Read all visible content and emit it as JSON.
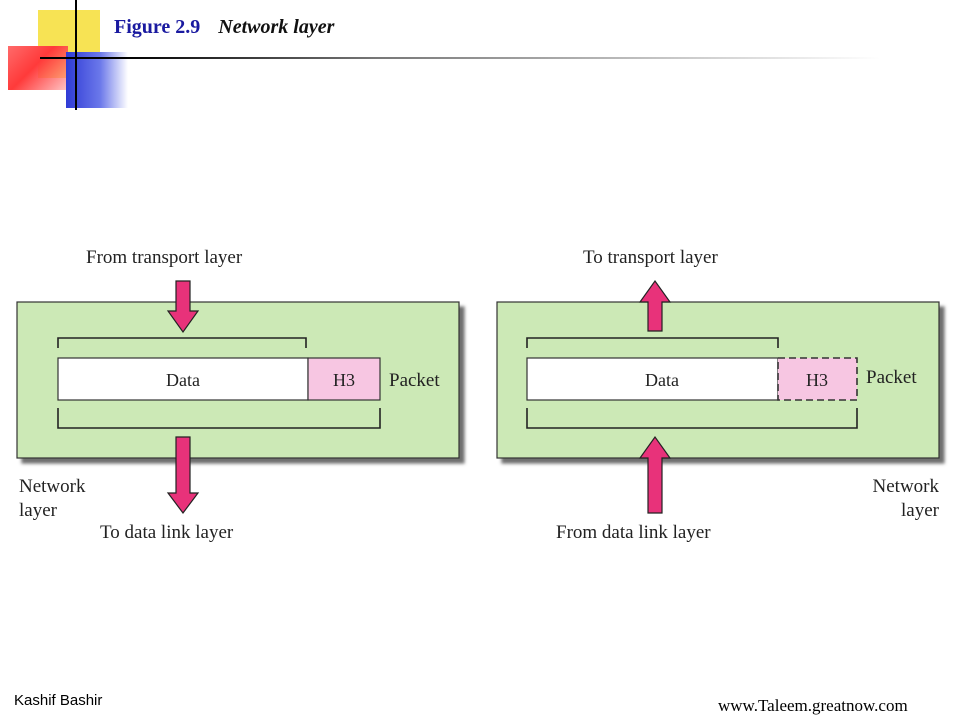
{
  "header": {
    "figure_number": "Figure 2.9",
    "figure_caption": "Network layer"
  },
  "left_diagram": {
    "top_label": "From transport layer",
    "bottom_label": "To data link layer",
    "data_label": "Data",
    "header_label": "H3",
    "packet_label": "Packet",
    "layer_label_line1": "Network",
    "layer_label_line2": "layer"
  },
  "right_diagram": {
    "top_label": "To transport layer",
    "bottom_label": "From data link layer",
    "data_label": "Data",
    "header_label": "H3",
    "packet_label": "Packet",
    "layer_label_line1": "Network",
    "layer_label_line2": "layer"
  },
  "colors": {
    "layer_fill": "#cce9b6",
    "header_fill": "#f7c6e2",
    "arrow_fill": "#e8327a",
    "title_color": "#1a1aa0"
  },
  "footer": {
    "author": "Kashif Bashir",
    "website": "www.Taleem.greatnow.com"
  }
}
